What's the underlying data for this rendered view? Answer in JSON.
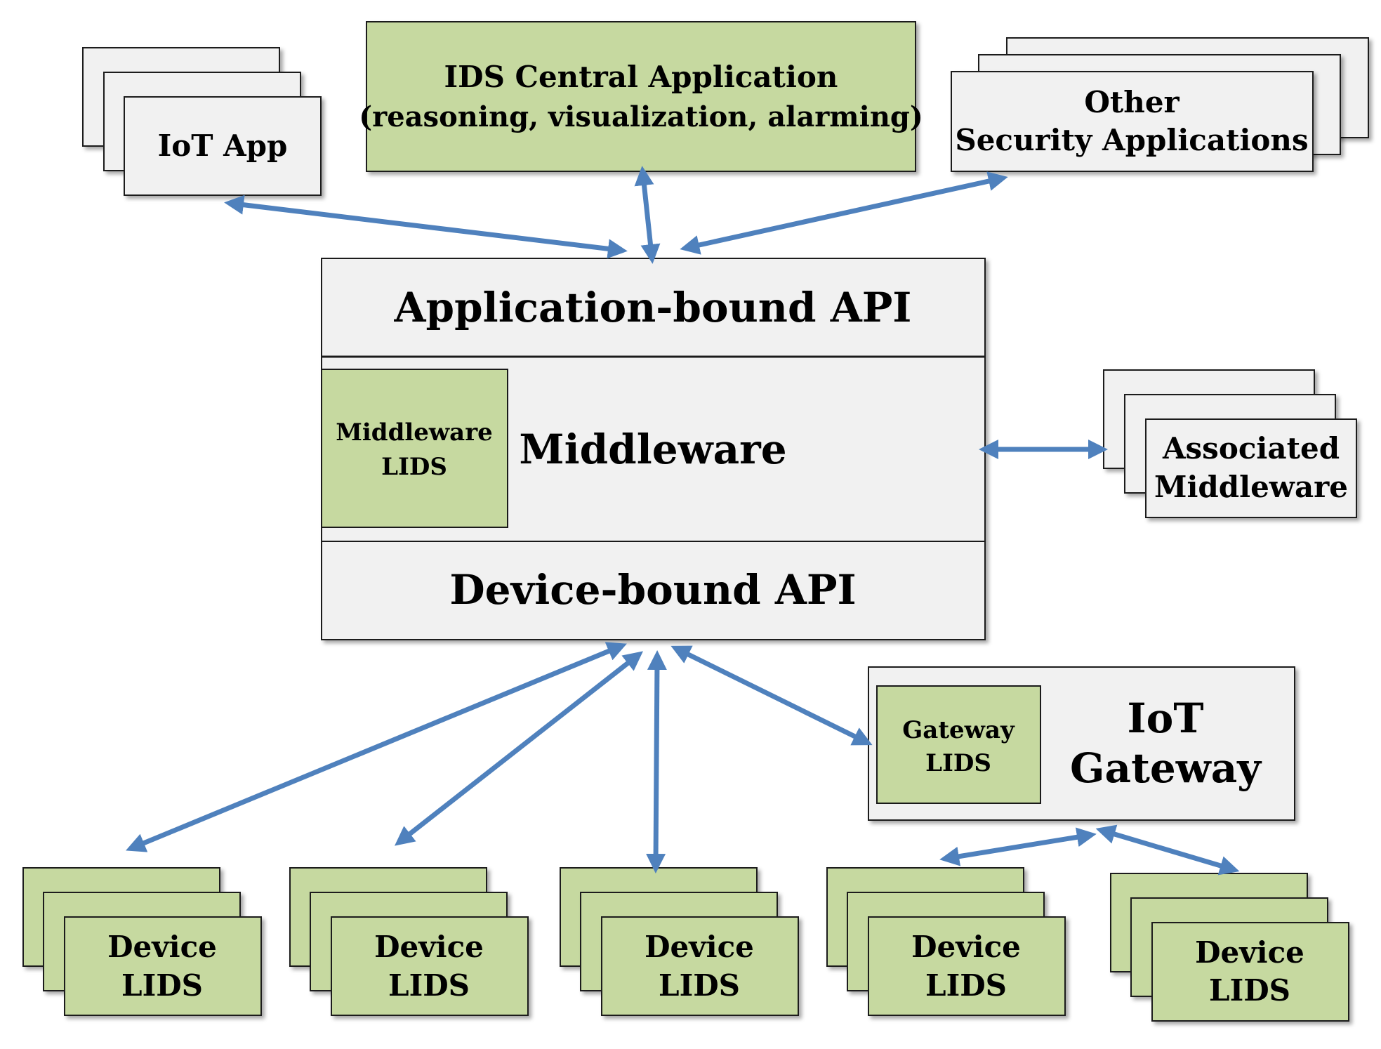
{
  "colors": {
    "box_gray": "#f1f1f1",
    "box_green": "#c6d9a0",
    "arrow_blue": "#4f81bd"
  },
  "top": {
    "iot_app": "IoT App",
    "ids_central_line1": "IDS Central Application",
    "ids_central_line2": "(reasoning, visualization, alarming)",
    "other_line1": "Other",
    "other_line2": "Security Applications"
  },
  "middleware_stack": {
    "app_api": "Application-bound API",
    "middleware": "Middleware",
    "mw_lids_line1": "Middleware",
    "mw_lids_line2": "LIDS",
    "device_api": "Device-bound API"
  },
  "associated": {
    "line1": "Associated",
    "line2": "Middleware"
  },
  "gateway": {
    "line1": "IoT",
    "line2": "Gateway",
    "lids_line1": "Gateway",
    "lids_line2": "LIDS"
  },
  "devices": [
    {
      "line1": "Device",
      "line2": "LIDS"
    },
    {
      "line1": "Device",
      "line2": "LIDS"
    },
    {
      "line1": "Device",
      "line2": "LIDS"
    },
    {
      "line1": "Device",
      "line2": "LIDS"
    },
    {
      "line1": "Device",
      "line2": "LIDS"
    }
  ]
}
